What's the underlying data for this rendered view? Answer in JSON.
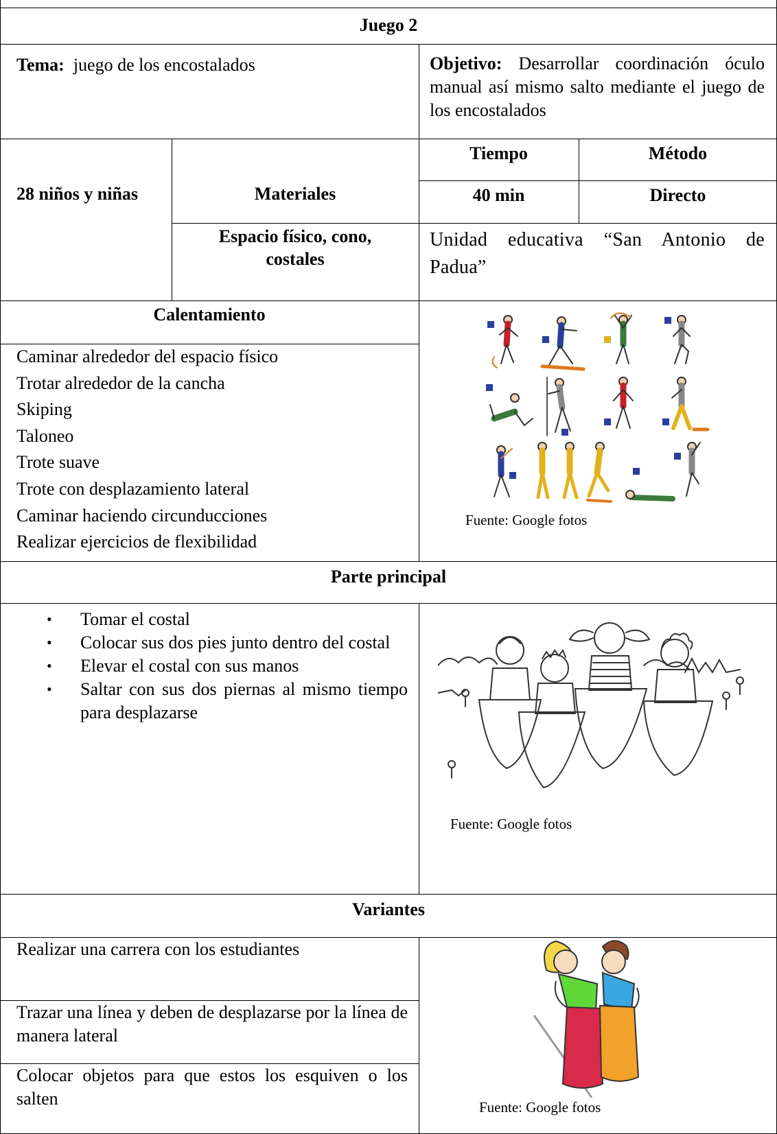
{
  "header": {
    "title": "Juego 2"
  },
  "tema": {
    "label": "Tema:",
    "value": "juego de los encostalados"
  },
  "objetivo": {
    "label": "Objetivo:",
    "value": "Desarrollar coordinación óculo manual así mismo salto mediante el juego de los encostalados"
  },
  "info": {
    "participants": "28 niños y niñas",
    "materials_label": "Materiales",
    "materials_value": "Espacio físico, cono, costales",
    "tiempo_label": "Tiempo",
    "tiempo_value": "40 min",
    "metodo_label": "Método",
    "metodo_value": "Directo",
    "lugar": "Unidad educativa “San Antonio de Padua”"
  },
  "calentamiento": {
    "title": "Calentamiento",
    "items": [
      "Caminar alrededor del espacio físico",
      "Trotar alrededor de la cancha",
      "Skiping",
      "Taloneo",
      "Trote suave",
      "Trote con desplazamiento lateral",
      "Caminar haciendo circunducciones",
      "Realizar ejercicios de flexibilidad"
    ],
    "source": "Fuente: Google fotos"
  },
  "parte_principal": {
    "title": "Parte principal",
    "items": [
      "Tomar el costal",
      "Colocar sus dos pies junto dentro del costal",
      "Elevar el costal con sus manos",
      "Saltar con sus dos piernas al mismo tiempo para desplazarse"
    ],
    "source": "Fuente: Google fotos"
  },
  "variantes": {
    "title": "Variantes",
    "items": [
      "Realizar una carrera con los estudiantes",
      "Trazar una línea y deben de desplazarse por la línea de manera lateral",
      "Colocar objetos para que estos los esquiven o los salten"
    ],
    "source": "Fuente: Google fotos"
  },
  "colors": {
    "red": "#c8202a",
    "blue": "#2a3f9e",
    "yellow": "#e2b21f",
    "green": "#3a7a3a",
    "orange": "#e07a1c"
  }
}
